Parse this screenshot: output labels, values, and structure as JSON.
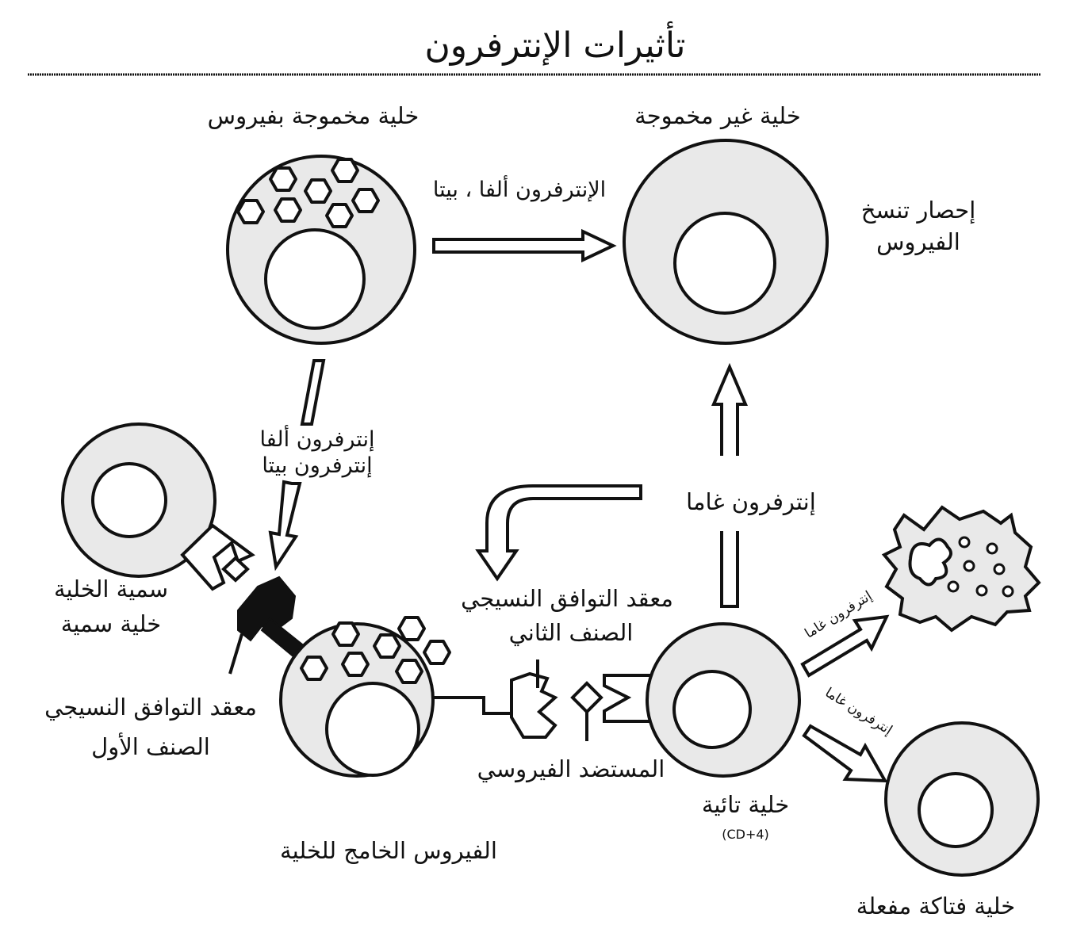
{
  "title": "تأثيرات الإنترفرون",
  "labels": {
    "infected_cell": "خلية مخموجة بفيروس",
    "uninfected_cell": "خلية غير مخموجة",
    "ifn_alpha_beta": "الإنترفرون ألفا ، بيتا",
    "restrict_line1": "إحصار تنسخ",
    "restrict_line2": "الفيروس",
    "ifn_alpha": "إنترفرون ألفا",
    "ifn_beta": "إنترفرون بيتا",
    "ifn_gamma": "إنترفرون غاما",
    "mhc2_line1": "معقد التوافق النسيجي",
    "mhc2_line2": "الصنف الثاني",
    "cytotox_line1": "سمية الخلية",
    "cytotox_line2": "خلية سمية",
    "mhc1_line1": "معقد التوافق النسيجي",
    "mhc1_line2": "الصنف الأول",
    "viral_antigen": "المستضد الفيروسي",
    "helper_cell": "خلية تائية",
    "helper_marker": "(CD+4)",
    "host_cell": "الفيروس الخامج للخلية",
    "ifn_gamma_small_1": "إنترفرون غاما",
    "ifn_gamma_small_2": "إنترفرون غاما",
    "killer_cell": "خلية فتاكة مفعلة"
  }
}
